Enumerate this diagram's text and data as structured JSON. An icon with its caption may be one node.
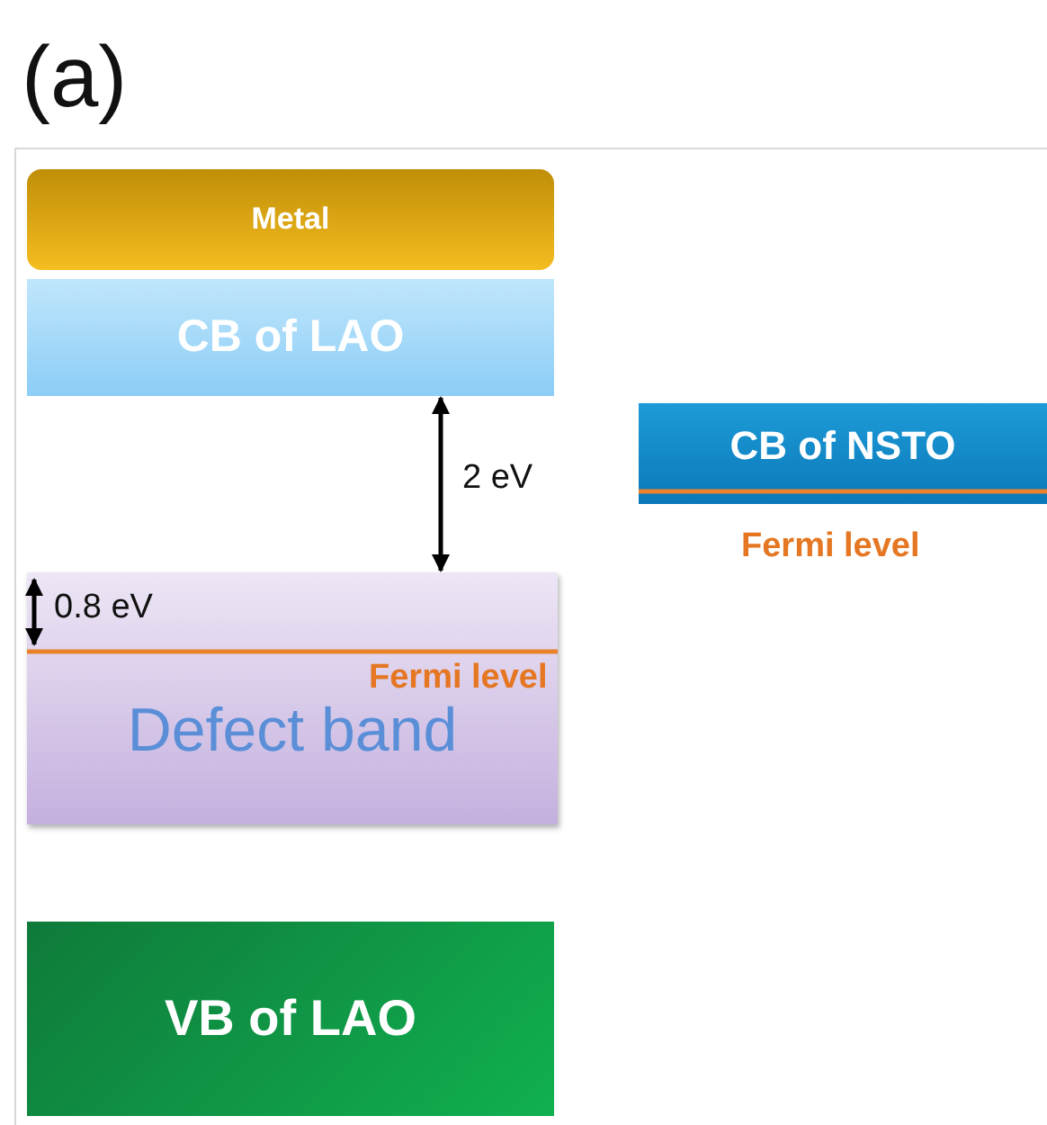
{
  "diagram": {
    "nodes": [
      {
        "text": [
          "Metal"
        ]
      },
      {
        "text": [
          "CB of LAO"
        ]
      },
      {
        "text": [
          "Fermi level",
          "Defect band"
        ]
      },
      {
        "text": [
          "VB of LAO"
        ]
      },
      {
        "text": [
          "CB of NSTO"
        ],
        "beside": [
          "Fermi level"
        ]
      }
    ],
    "edges": [
      {
        "from": 1,
        "to": 2,
        "arrow": "both",
        "label": "2 eV"
      }
    ],
    "labels": [
      "(a)",
      "0.8 eV"
    ]
  }
}
